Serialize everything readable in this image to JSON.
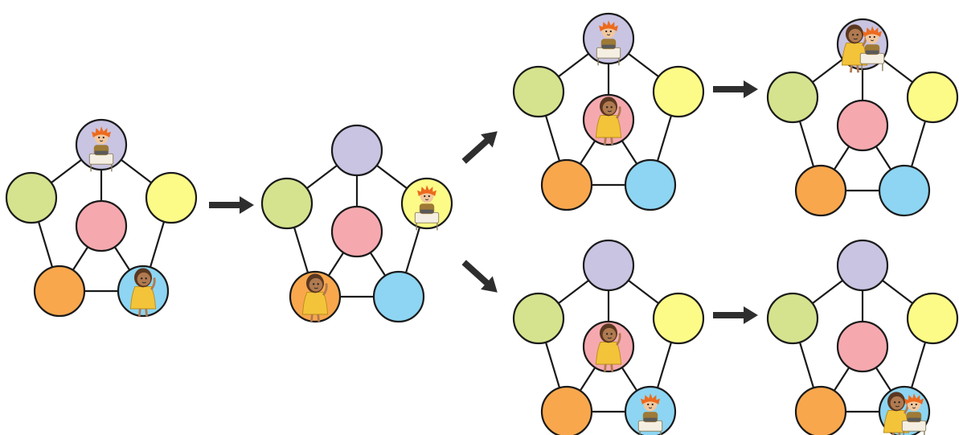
{
  "colors": {
    "purple": "#c9c4e2",
    "green": "#d5e38e",
    "yellow": "#fdfb87",
    "pink": "#f5a9af",
    "orange": "#f9a74d",
    "blue": "#8dd5f2",
    "edge": "#1a1a1a",
    "arrow": "#2e2e2e",
    "girl_dress": "#f3c43a",
    "girl_skin": "#b07a50",
    "girl_hair": "#5a3720",
    "boy_hair": "#ec6a1e",
    "boy_skin": "#f2c79e",
    "boy_shirt": "#9e7a36"
  },
  "graph": {
    "nodes": [
      "purple",
      "green",
      "yellow",
      "pink",
      "orange",
      "blue"
    ],
    "edges": [
      [
        "purple",
        "green"
      ],
      [
        "purple",
        "yellow"
      ],
      [
        "purple",
        "pink"
      ],
      [
        "green",
        "orange"
      ],
      [
        "yellow",
        "blue"
      ],
      [
        "orange",
        "blue"
      ],
      [
        "pink",
        "orange"
      ],
      [
        "pink",
        "blue"
      ]
    ]
  },
  "panels": [
    {
      "id": "start",
      "boy": "purple",
      "girl": "blue"
    },
    {
      "id": "step-1",
      "boy": "yellow",
      "girl": "orange"
    },
    {
      "id": "step-2-top",
      "boy": "purple",
      "girl": "pink"
    },
    {
      "id": "final-top",
      "meet": "purple"
    },
    {
      "id": "step-2-bottom",
      "boy": "blue",
      "girl": "pink"
    },
    {
      "id": "final-bottom",
      "meet": "blue"
    }
  ],
  "arrows": [
    {
      "id": "start-to-step-1",
      "icon": "right-arrow-icon"
    },
    {
      "id": "step-1-to-top",
      "icon": "up-right-arrow-icon"
    },
    {
      "id": "step-1-to-bottom",
      "icon": "down-right-arrow-icon"
    },
    {
      "id": "top-to-final",
      "icon": "right-arrow-icon"
    },
    {
      "id": "bottom-to-final",
      "icon": "right-arrow-icon"
    }
  ]
}
